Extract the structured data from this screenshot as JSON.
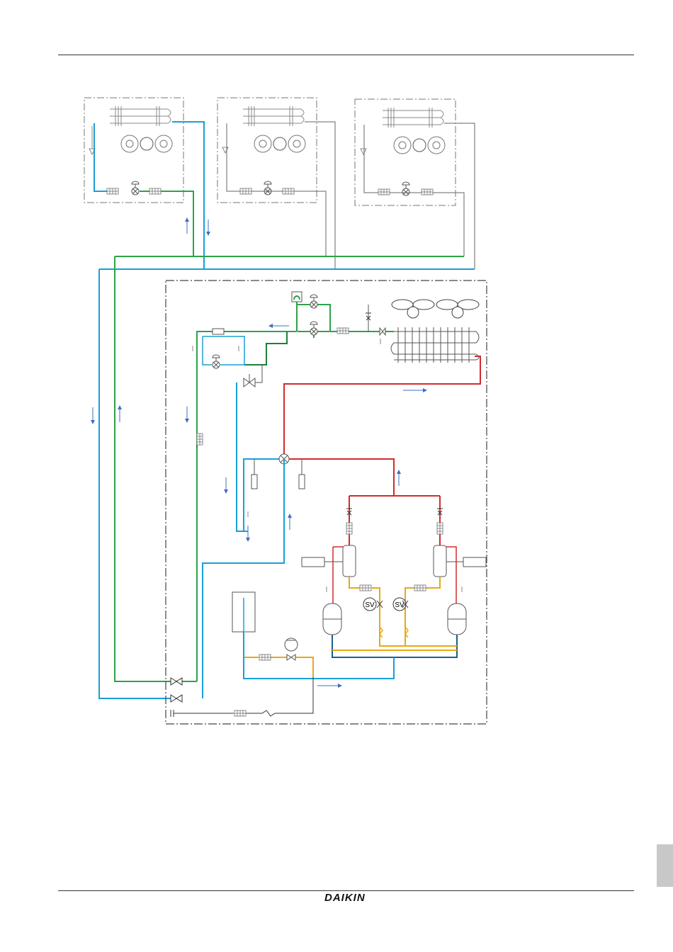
{
  "footer": {
    "brand": "DAIKIN"
  },
  "colors": {
    "liquid_line": "#1a9fd8",
    "gas_line": "#2ea24a",
    "discharge_line": "#d42b2b",
    "suction_line": "#e8a817",
    "deep_line": "#1c5f8a",
    "unit_line": "#666666",
    "flow_arrow": "#3d6fc0",
    "side_tab": "#c8c8c8"
  },
  "diagram": {
    "indoor_units": [
      {
        "name": "indoor-unit-1",
        "icons": [
          "fan-icon",
          "coil-icon",
          "filter-icon",
          "expansion-valve-icon"
        ]
      },
      {
        "name": "indoor-unit-2",
        "icons": [
          "fan-icon",
          "coil-icon",
          "filter-icon",
          "expansion-valve-icon"
        ]
      },
      {
        "name": "indoor-unit-3",
        "icons": [
          "fan-icon",
          "coil-icon",
          "filter-icon",
          "expansion-valve-icon"
        ]
      }
    ],
    "outdoor_unit": {
      "icons": [
        "fan-icon",
        "heat-exchanger-icon",
        "four-way-valve-icon",
        "compressor-icon",
        "accumulator-icon",
        "solenoid-valve-icon",
        "check-valve-icon",
        "stop-valve-icon",
        "oil-separator-icon",
        "receiver-icon",
        "pump-icon"
      ],
      "sv_labels": [
        "SV",
        "SV"
      ]
    }
  }
}
